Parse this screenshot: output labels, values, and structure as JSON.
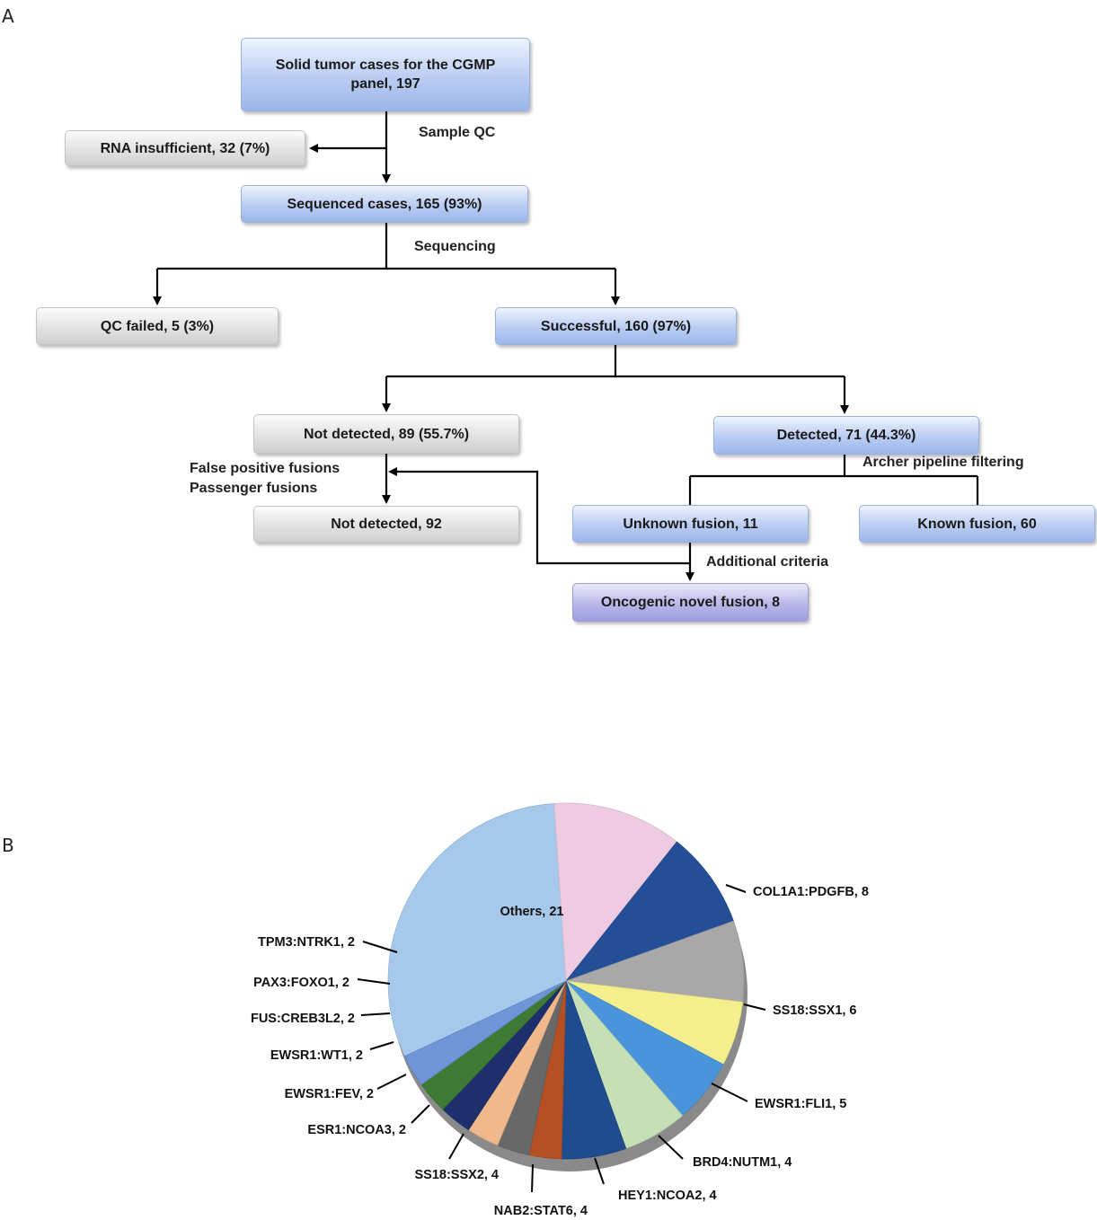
{
  "panel_a": {
    "letter": "A",
    "boxes": {
      "solid_tumor": "Solid tumor cases for the CGMP panel, 197",
      "rna_insufficient": "RNA insufficient, 32 (7%)",
      "sequenced": "Sequenced cases, 165 (93%)",
      "qc_failed": "QC failed, 5 (3%)",
      "successful": "Successful, 160 (97%)",
      "not_detected_89": "Not detected, 89 (55.7%)",
      "detected": "Detected, 71 (44.3%)",
      "not_detected_92": "Not detected, 92",
      "unknown_fusion": "Unknown fusion, 11",
      "known_fusion": "Known fusion, 60",
      "oncogenic": "Oncogenic novel fusion, 8"
    },
    "labels": {
      "sample_qc": "Sample QC",
      "sequencing": "Sequencing",
      "false_positive": "False positive fusions",
      "passenger": "Passenger fusions",
      "archer": "Archer pipeline filtering",
      "additional": "Additional criteria"
    }
  },
  "panel_b": {
    "letter": "B",
    "chart_data": {
      "type": "pie",
      "slices": [
        {
          "label": "Others, 21",
          "value": 21,
          "color": "#a6c8ea"
        },
        {
          "label": "COL1A1:PDGFB,  8",
          "value": 8,
          "color": "#eecbe0"
        },
        {
          "label": "SS18:SSX1,  6",
          "value": 6,
          "color": "#244f98"
        },
        {
          "label": "EWSR1:FLI1,  5",
          "value": 5,
          "color": "#a8a8a8"
        },
        {
          "label": "BRD4:NUTM1,  4",
          "value": 4,
          "color": "#f4ef8c"
        },
        {
          "label": "HEY1:NCOA2,  4",
          "value": 4,
          "color": "#4a94dc"
        },
        {
          "label": "NAB2:STAT6, 4",
          "value": 4,
          "color": "#c5dfb6"
        },
        {
          "label": "SS18:SSX2,  4",
          "value": 4,
          "color": "#1f4b8f"
        },
        {
          "label": "ESR1:NCOA3,  2",
          "value": 2,
          "color": "#b54f24"
        },
        {
          "label": "EWSR1:FEV,  2",
          "value": 2,
          "color": "#686868"
        },
        {
          "label": "EWSR1:WT1,  2",
          "value": 2,
          "color": "#f1b98b"
        },
        {
          "label": "FUS:CREB3L2,  2",
          "value": 2,
          "color": "#1e2f6e"
        },
        {
          "label": "PAX3:FOXO1,  2",
          "value": 2,
          "color": "#3f7a34"
        },
        {
          "label": "TPM3:NTRK1,  2",
          "value": 2,
          "color": "#6d95d8"
        }
      ]
    }
  }
}
